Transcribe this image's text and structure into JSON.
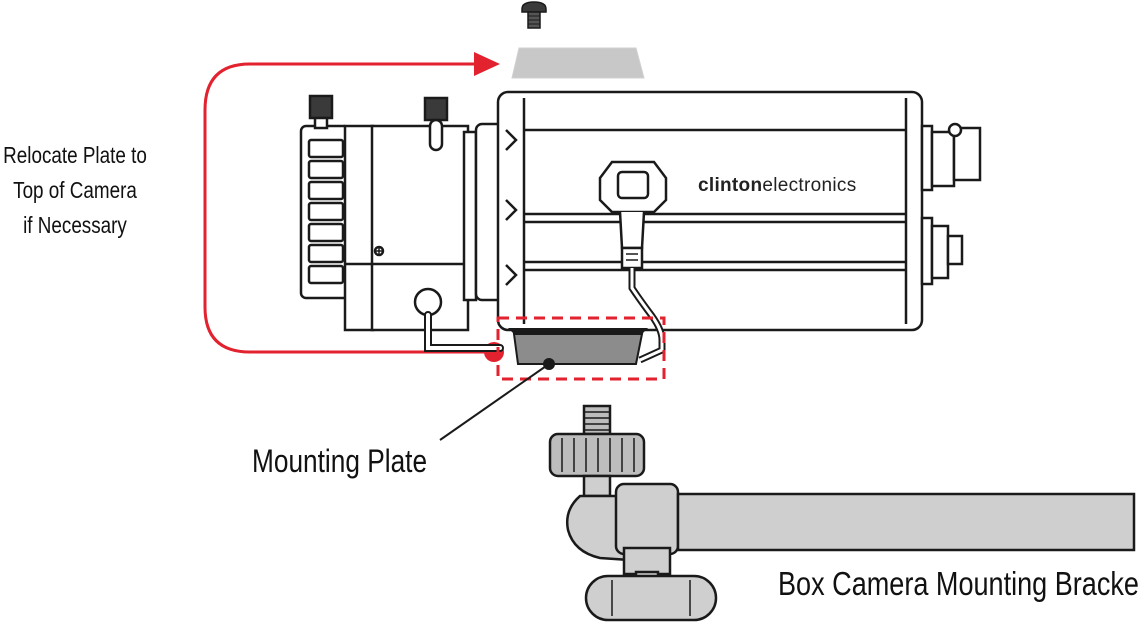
{
  "labels": {
    "relocate_line1": "Relocate Plate to",
    "relocate_line2": "Top of Camera",
    "relocate_line3": "if Necessary",
    "mounting_plate": "Mounting Plate",
    "bracket": "Box Camera Mounting Bracket",
    "logo_bold": "clinton",
    "logo_light": "electronics"
  },
  "colors": {
    "accent_red": "#e2222e",
    "outline": "#1a1a1a",
    "plate_fill": "#8c8c8c",
    "plate_top_fill": "#c8c8c8",
    "bracket_fill": "#cfcfcf"
  }
}
